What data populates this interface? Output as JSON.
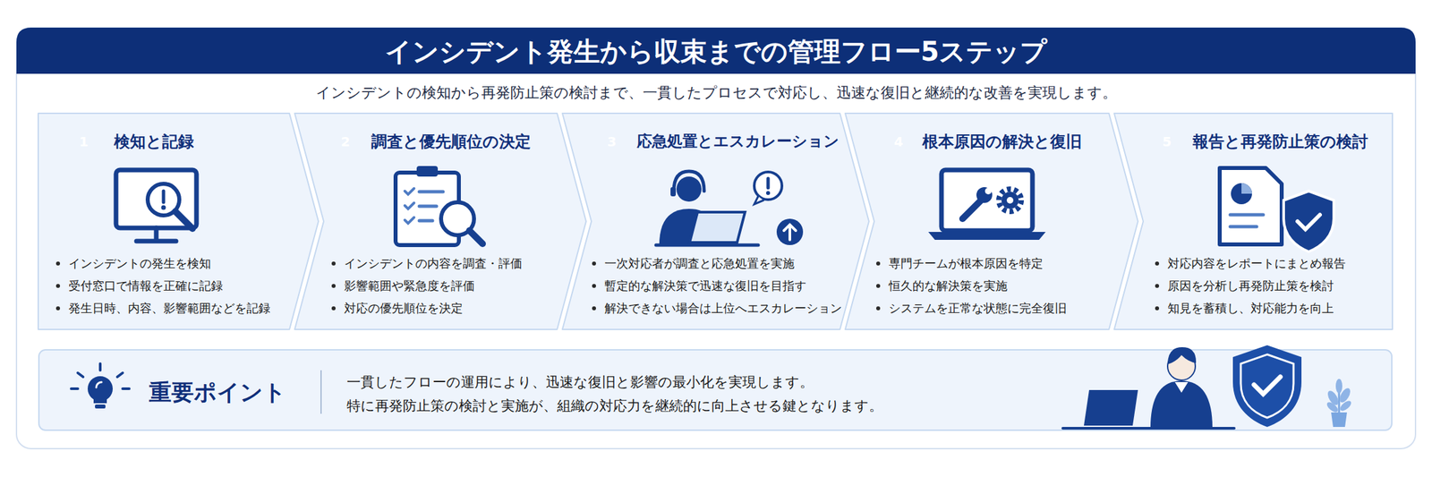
{
  "diagram": {
    "title": "インシデント発生から収束までの管理フロー5ステップ",
    "nodes": [
      {
        "text": [
          "検知と記録",
          "インシデントの発生を検知",
          "受付窓口で情報を正確に記録",
          "発生日時、内容、影響範囲などを記録"
        ]
      },
      {
        "text": [
          "1"
        ],
        "in": 0
      },
      {
        "text": [
          "調査と優先順位の決定",
          "インシデントの内容を調査・評価",
          "影響範囲や緊急度を評価",
          "対応の優先順位を決定"
        ]
      },
      {
        "text": [
          "2"
        ],
        "in": 2
      },
      {
        "text": [
          "応急処置とエスカレーション",
          "一次対応者が調査と応急処置を実施",
          "暫定的な解決策で迅速な復旧を目指す",
          "解決できない場合は上位へエスカレーション"
        ]
      },
      {
        "text": [
          "3"
        ],
        "in": 4
      },
      {
        "text": [
          "根本原因の解決と復旧",
          "専門チームが根本原因を特定",
          "恒久的な解決策を実施",
          "システムを正常な状態に完全復旧"
        ]
      },
      {
        "text": [
          "4"
        ],
        "in": 6
      },
      {
        "text": [
          "報告と再発防止策の検討",
          "対応内容をレポートにまとめ報告",
          "原因を分析し再発防止策を検討",
          "知見を蓄積し、対応能力を向上"
        ]
      },
      {
        "text": [
          "5"
        ],
        "in": 8
      },
      {
        "text": [
          "重要ポイント",
          "一貫したフローの運用により、迅速な復旧と影響の最小化を実現します。",
          "特に再発防止策の検討と実施が、組織の対応力を継続的に向上させる鍵となります。"
        ]
      }
    ],
    "labels": [
      "インシデントの検知から再発防止策の検討まで、一貫したプロセスで対応し、迅速な復旧と継続的な改善を実現します。"
    ]
  }
}
